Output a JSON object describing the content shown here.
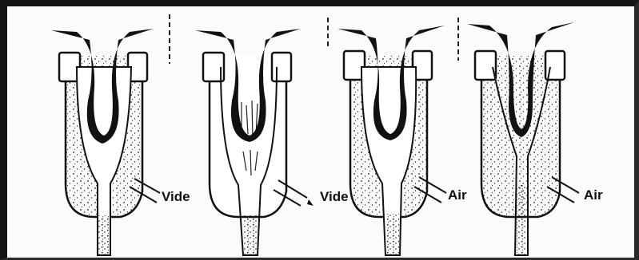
{
  "labels": {
    "panel1": "Vide",
    "panel2": "Vide",
    "panel3": "Air",
    "panel4": "Air"
  },
  "colors": {
    "ink": "#111111",
    "paper": "#fbfbfa",
    "frame": "#151515"
  }
}
